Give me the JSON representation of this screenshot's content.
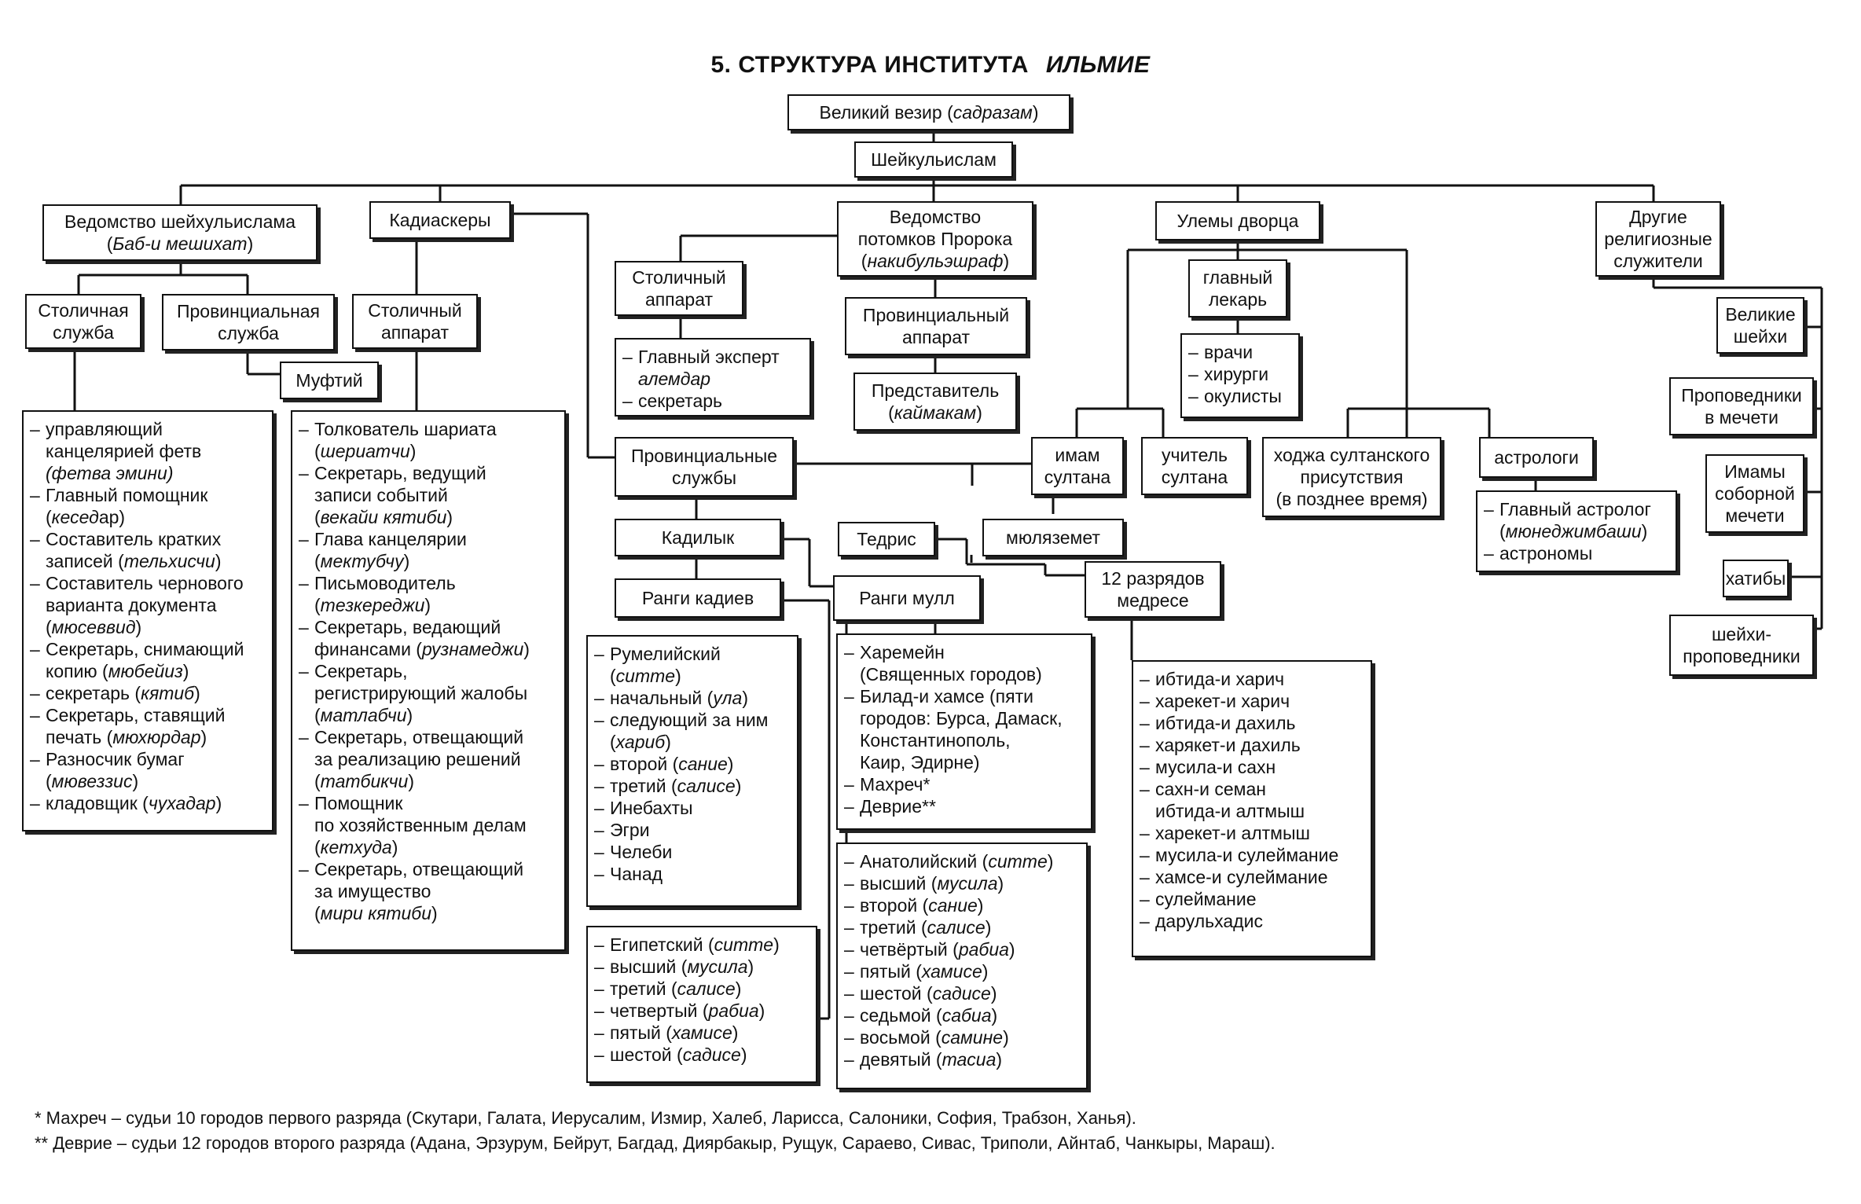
{
  "title": {
    "main": "5. СТРУКТУРА ИНСТИТУТА",
    "emph": "ИЛЬМИЕ"
  },
  "nodes": {
    "grand_vizier": [
      "Великий везир (",
      {
        "i": "садразам"
      },
      ")"
    ],
    "sheikh_ul_islam": [
      "Шейкульислам"
    ],
    "office_sheikh": [
      [
        "Ведомство шейхульислама"
      ],
      [
        "(",
        {
          "i": "Баб-и мешихат"
        },
        ")"
      ]
    ],
    "kadiaskers": [
      "Кадиаскеры"
    ],
    "prophet_desc": [
      [
        "Ведомство"
      ],
      [
        "потомков Пророка"
      ],
      [
        "(",
        {
          "i": "накибульэшраф"
        },
        ")"
      ]
    ],
    "palace_ulema": [
      "Улемы дворца"
    ],
    "other_clergy": [
      [
        "Другие"
      ],
      [
        "религиозные"
      ],
      [
        "служители"
      ]
    ],
    "capital_service": [
      [
        "Столичная"
      ],
      [
        "служба"
      ]
    ],
    "provincial_service": [
      [
        "Провинциальная"
      ],
      [
        "служба"
      ]
    ],
    "mufti": [
      "Муфтий"
    ],
    "kad_capital_apparatus": [
      [
        "Столичный"
      ],
      [
        "аппарат"
      ]
    ],
    "pd_capital_apparatus": [
      [
        "Столичный"
      ],
      [
        "аппарат"
      ]
    ],
    "pd_capital_list": [
      [
        "Главный эксперт"
      ],
      [
        {
          "i": "алемдар"
        }
      ],
      [
        "секретарь"
      ]
    ],
    "pd_provincial_apparatus": [
      [
        "Провинциальный"
      ],
      [
        "аппарат"
      ]
    ],
    "pd_representative": [
      [
        "Представитель"
      ],
      [
        "(",
        {
          "i": "каймакам"
        },
        ")"
      ]
    ],
    "chief_physician": [
      [
        "главный"
      ],
      [
        "лекарь"
      ]
    ],
    "physicians_list": [
      [
        "врачи"
      ],
      [
        "хирурги"
      ],
      [
        "окулисты"
      ]
    ],
    "sultan_imam": [
      [
        "имам"
      ],
      [
        "султана"
      ]
    ],
    "sultan_teacher": [
      [
        "учитель"
      ],
      [
        "султана"
      ]
    ],
    "hodja": [
      [
        "ходжа султанского"
      ],
      [
        "присутствия"
      ],
      [
        "(в позднее время)"
      ]
    ],
    "astrologers": [
      "астрологи"
    ],
    "astrologers_list": [
      [
        "Главный астролог"
      ],
      [
        "(",
        {
          "i": "мюнеджимбаши"
        },
        ")"
      ],
      [
        "астрономы"
      ]
    ],
    "great_sheikhs": [
      [
        "Великие"
      ],
      [
        "шейхи"
      ]
    ],
    "mosque_preachers": [
      [
        "Проповедники"
      ],
      [
        "в мечети"
      ]
    ],
    "cathedral_imams": [
      [
        "Имамы"
      ],
      [
        "соборной"
      ],
      [
        "мечети"
      ]
    ],
    "khatibs": [
      "хатибы"
    ],
    "sheikh_preachers": [
      [
        "шейхи-"
      ],
      [
        "проповедники"
      ]
    ],
    "provincial_services": [
      [
        "Провинциальные"
      ],
      [
        "службы"
      ]
    ],
    "kadilyk": [
      "Кадилык"
    ],
    "tedris": [
      "Тедрис"
    ],
    "mulazemet": [
      "мюляземет"
    ],
    "kadi_ranks": [
      "Ранги кадиев"
    ],
    "mulla_ranks": [
      "Ранги мулл"
    ],
    "medrese": [
      [
        "12 разрядов"
      ],
      [
        "медресе"
      ]
    ],
    "fetva_list": [
      [
        "управляющий"
      ],
      [
        "канцелярией фетв"
      ],
      [
        {
          "i": "(фетва эмини)"
        }
      ],
      [
        "Главный помощник"
      ],
      [
        "(",
        {
          "i": "кесед"
        },
        "ар)"
      ],
      [
        "Составитель кратких"
      ],
      [
        "записей (",
        {
          "i": "тельхисчи"
        },
        ")"
      ],
      [
        "Составитель чернового"
      ],
      [
        "варианта документа"
      ],
      [
        "(",
        {
          "i": "мюсеввид"
        },
        ")"
      ],
      [
        "Секретарь, снимающий"
      ],
      [
        "копию (",
        {
          "i": "мюбейиз"
        },
        ")"
      ],
      [
        "секретарь (",
        {
          "i": "кятиб"
        },
        ")"
      ],
      [
        "Секретарь, ставящий"
      ],
      [
        "печать (",
        {
          "i": "мюхюрдар"
        },
        ")"
      ],
      [
        "Разносчик бумаг"
      ],
      [
        "(",
        {
          "i": "мювеззис"
        },
        ")"
      ],
      [
        "кладовщик (",
        {
          "i": "чухадар"
        },
        ")"
      ]
    ],
    "kad_list": [
      [
        "Толкователь шариата"
      ],
      [
        "(",
        {
          "i": "шериатчи"
        },
        ")"
      ],
      [
        "Секретарь, ведущий"
      ],
      [
        "записи событий"
      ],
      [
        "(",
        {
          "i": "векайи кятиби"
        },
        ")"
      ],
      [
        "Глава канцелярии"
      ],
      [
        "(",
        {
          "i": "мектубчу"
        },
        ")"
      ],
      [
        "Письмоводитель"
      ],
      [
        "(",
        {
          "i": "тезкереджи"
        },
        ")"
      ],
      [
        "Секретарь, ведающий"
      ],
      [
        "финансами (",
        {
          "i": "рузнамеджи"
        },
        ")"
      ],
      [
        "Секретарь,"
      ],
      [
        "регистрирующий жалобы"
      ],
      [
        "(",
        {
          "i": "матлабчи"
        },
        ")"
      ],
      [
        "Секретарь, отвещающий"
      ],
      [
        "за реализацию решений"
      ],
      [
        "(",
        {
          "i": "татбикчи"
        },
        ")"
      ],
      [
        "Помощник"
      ],
      [
        "по хозяйственным делам"
      ],
      [
        "(",
        {
          "i": "кетхуда"
        },
        ")"
      ],
      [
        "Секретарь, отвещающий"
      ],
      [
        "за имущество"
      ],
      [
        "(",
        {
          "i": "мири кятиби"
        },
        ")"
      ]
    ],
    "rumeli_list": [
      [
        "Румелийский"
      ],
      [
        "(",
        {
          "i": "ситте"
        },
        ")"
      ],
      [
        "начальный (",
        {
          "i": "ула"
        },
        ")"
      ],
      [
        "следующий за ним"
      ],
      [
        "(",
        {
          "i": "хариб"
        },
        ")"
      ],
      [
        "второй (",
        {
          "i": "сание"
        },
        ")"
      ],
      [
        "третий (",
        {
          "i": "салисе"
        },
        ")"
      ],
      [
        "Инебахты"
      ],
      [
        "Эгри"
      ],
      [
        "Челеби"
      ],
      [
        "Чанад"
      ]
    ],
    "egypt_list": [
      [
        "Египетский (",
        {
          "i": "ситте"
        },
        ")"
      ],
      [
        "высший (",
        {
          "i": "мусила"
        },
        ")"
      ],
      [
        "третий (",
        {
          "i": "салисе"
        },
        ")"
      ],
      [
        "четвертый (",
        {
          "i": "рабиа"
        },
        ")"
      ],
      [
        "пятый (",
        {
          "i": "хамисе"
        },
        ")"
      ],
      [
        "шестой (",
        {
          "i": "садисе"
        },
        ")"
      ]
    ],
    "mulla_list": [
      [
        "Харемейн"
      ],
      [
        "(Священных городов)"
      ],
      [
        "Билад-и хамсе (пяти"
      ],
      [
        "городов: Бурса, Дамаск,"
      ],
      [
        "Константинополь,"
      ],
      [
        "Каир, Эдирне)"
      ],
      [
        "Махреч*"
      ],
      [
        "Деврие**"
      ]
    ],
    "anatolia_list": [
      [
        "Анатолийский (",
        {
          "i": "ситте"
        },
        ")"
      ],
      [
        "высший (",
        {
          "i": "мусила"
        },
        ")"
      ],
      [
        "второй (",
        {
          "i": "сание"
        },
        ")"
      ],
      [
        "третий (",
        {
          "i": "салисе"
        },
        ")"
      ],
      [
        "четвёртый (",
        {
          "i": "рабиа"
        },
        ")"
      ],
      [
        "пятый (",
        {
          "i": "хамисе"
        },
        ")"
      ],
      [
        "шестой (",
        {
          "i": "садисе"
        },
        ")"
      ],
      [
        "седьмой (",
        {
          "i": "сабиа"
        },
        ")"
      ],
      [
        "восьмой (",
        {
          "i": "самине"
        },
        ")"
      ],
      [
        "девятый (",
        {
          "i": "тасиа"
        },
        ")"
      ]
    ],
    "medrese_list": [
      [
        "ибтида-и харич"
      ],
      [
        "харекет-и харич"
      ],
      [
        "ибтида-и дахиль"
      ],
      [
        "харякет-и дахиль"
      ],
      [
        "мусила-и сахн"
      ],
      [
        "сахн-и семан"
      ],
      [
        "ибтида-и алтмыш"
      ],
      [
        "харекет-и алтмыш"
      ],
      [
        "мусила-и сулеймание"
      ],
      [
        "хамсе-и сулеймание"
      ],
      [
        "сулеймание"
      ],
      [
        "дарульхадис"
      ]
    ]
  },
  "footnotes": {
    "note1": "* Махреч – судьи 10 городов первого разряда (Скутари, Галата, Иерусалим, Измир, Халеб, Ларисса, Салоники, София, Трабзон, Ханья).",
    "note2": "** Деврие – судьи 12 городов второго разряда (Адана, Эрзурум, Бейрут, Багдад, Диярбакыр, Рущук, Сараево, Сивас, Триполи, Айнтаб, Чанкыры, Мараш)."
  }
}
